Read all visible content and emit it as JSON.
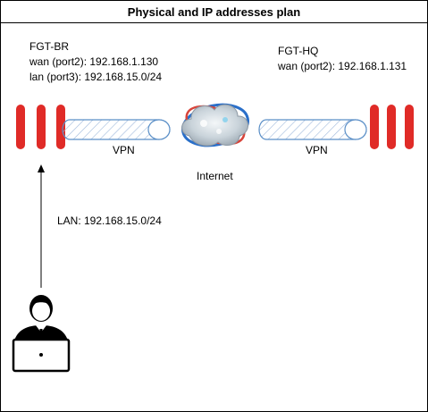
{
  "title": "Physical and IP addresses plan",
  "branch": {
    "name": "FGT-BR",
    "wan": "wan (port2): 192.168.1.130",
    "lan": "lan (port3): 192.168.15.0/24"
  },
  "hq": {
    "name": "FGT-HQ",
    "wan": "wan (port2): 192.168.1.131"
  },
  "vpn_left": "VPN",
  "vpn_right": "VPN",
  "internet": "Internet",
  "lan_label": "LAN: 192.168.15.0/24",
  "colors": {
    "firewall": "#e02b27",
    "tunnel_stroke": "#5b8fc7",
    "tunnel_hatch": "#9fb9dc",
    "border": "#000000"
  },
  "icons": [
    "firewall-icon",
    "vpn-tunnel-icon",
    "internet-cloud-icon",
    "user-laptop-icon"
  ]
}
